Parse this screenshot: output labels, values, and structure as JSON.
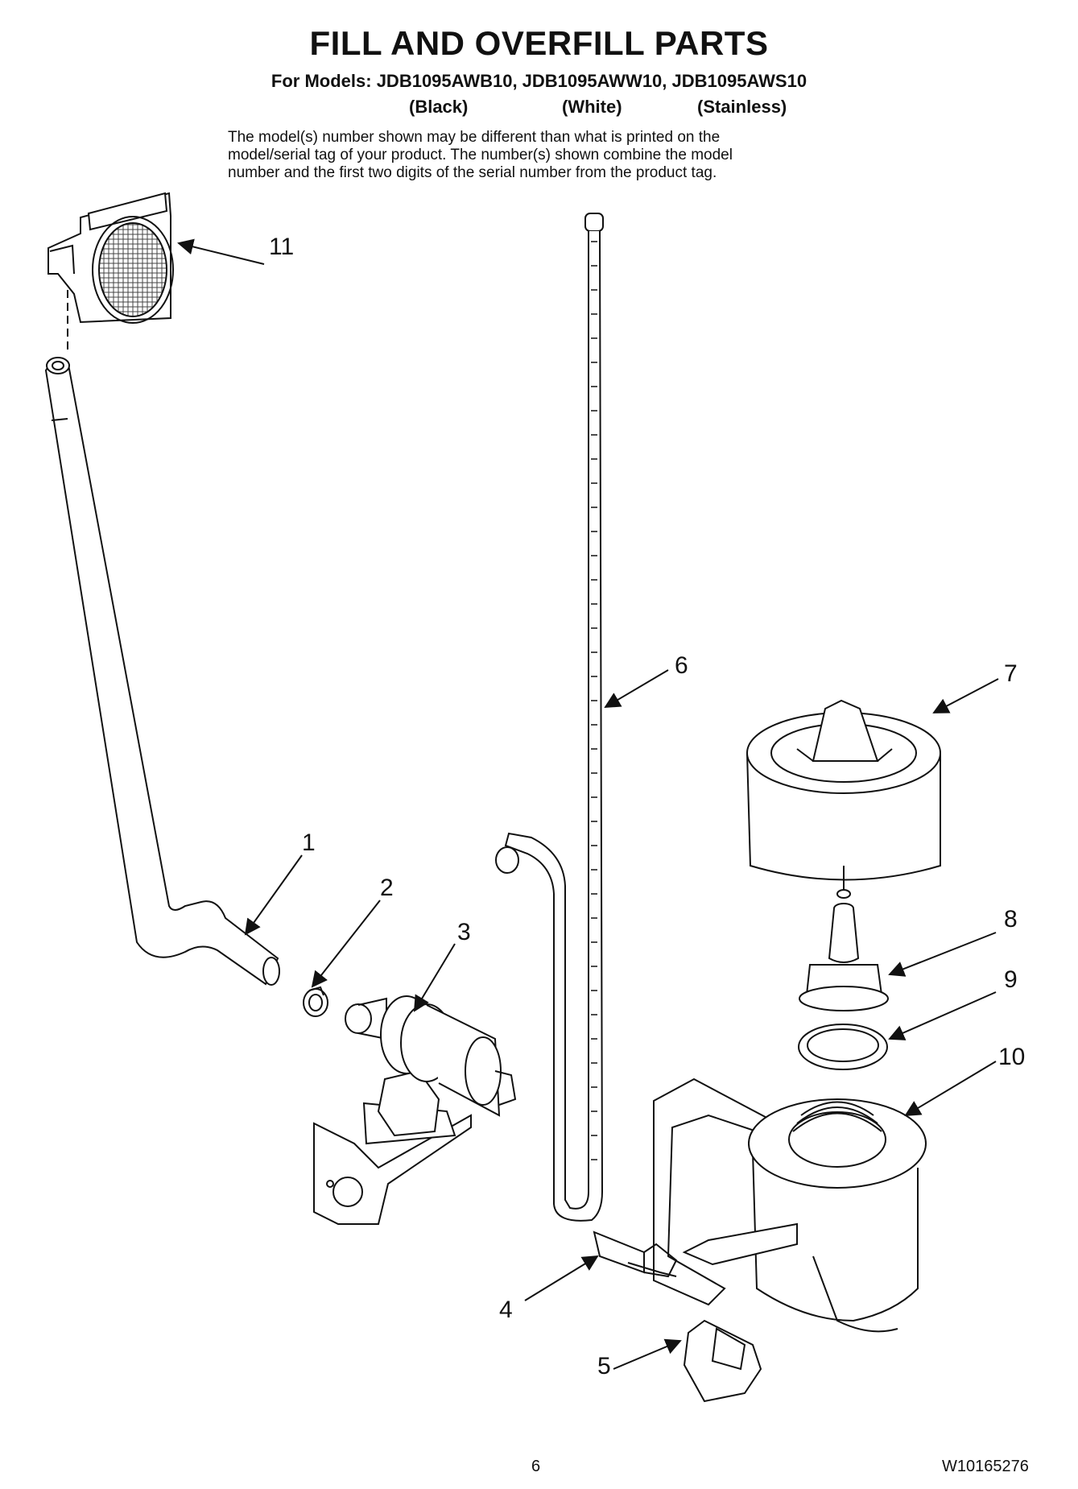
{
  "header": {
    "title": "FILL AND OVERFILL PARTS",
    "models": "For Models: JDB1095AWB10, JDB1095AWW10, JDB1095AWS10",
    "variants": [
      "(Black)",
      "(White)",
      "(Stainless)"
    ],
    "note_lines": [
      "The model(s) number shown may be different than what is printed on the",
      "model/serial tag of your product. The number(s) shown combine the model",
      "number and the first two digits of the serial number from the product tag."
    ]
  },
  "callouts": [
    "1",
    "2",
    "3",
    "4",
    "5",
    "6",
    "7",
    "8",
    "9",
    "10",
    "11"
  ],
  "footer": {
    "page_number": "6",
    "doc_number": "W10165276"
  }
}
